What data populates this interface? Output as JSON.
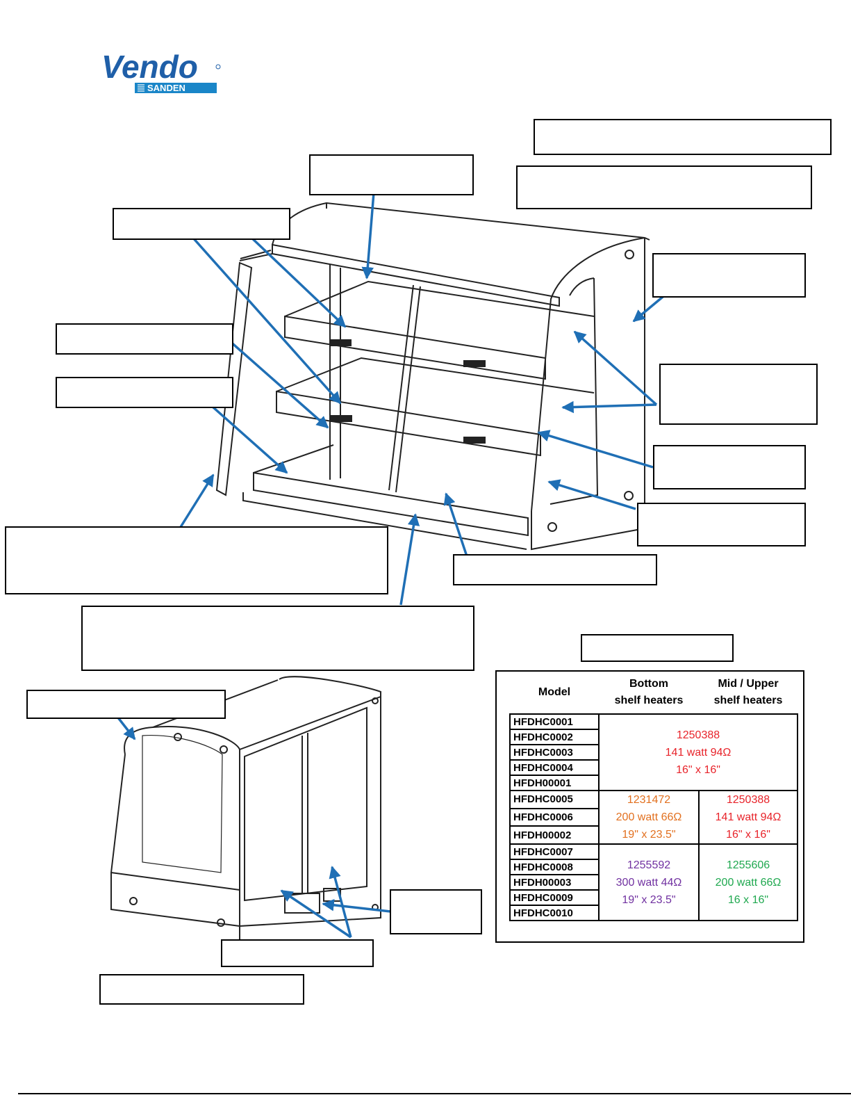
{
  "logo": {
    "brand": "Vendo",
    "sub": "SANDEN"
  },
  "heater_table": {
    "headers": [
      {
        "line1": "Model",
        "line2": ""
      },
      {
        "line1": "Bottom",
        "line2": "shelf heaters"
      },
      {
        "line1": "Mid / Upper",
        "line2": "shelf heaters"
      }
    ],
    "groups": [
      {
        "models": [
          "HFDHC0001",
          "HFDHC0002",
          "HFDHC0003",
          "HFDHC0004",
          "HFDH00001"
        ],
        "combined": {
          "part": "1250388",
          "rating": "141 watt 94Ω",
          "size": "16\" x 16\"",
          "color": "#e8232a"
        }
      },
      {
        "models": [
          "HFDHC0005",
          "HFDHC0006",
          "HFDH00002"
        ],
        "bottom": {
          "part": "1231472",
          "rating": "200 watt 66Ω",
          "size": "19\" x 23.5\"",
          "color": "#e2701f"
        },
        "upper": {
          "part": "1250388",
          "rating": "141 watt 94Ω",
          "size": "16\" x 16\"",
          "color": "#e8232a"
        }
      },
      {
        "models": [
          "HFDHC0007",
          "HFDHC0008",
          "HFDH00003",
          "HFDHC0009",
          "HFDHC0010"
        ],
        "bottom": {
          "part": "1255592",
          "rating": "300 watt 44Ω",
          "size": "19\" x 23.5\"",
          "color": "#7030a0"
        },
        "upper": {
          "part": "1255606",
          "rating": "200 watt 66Ω",
          "size": "16 x 16\"",
          "color": "#1fa84f"
        }
      }
    ]
  },
  "colors": {
    "arrow": "#1f6fb5",
    "logo_blue": "#1f5fa8",
    "logo_bar": "#1a86c8"
  }
}
